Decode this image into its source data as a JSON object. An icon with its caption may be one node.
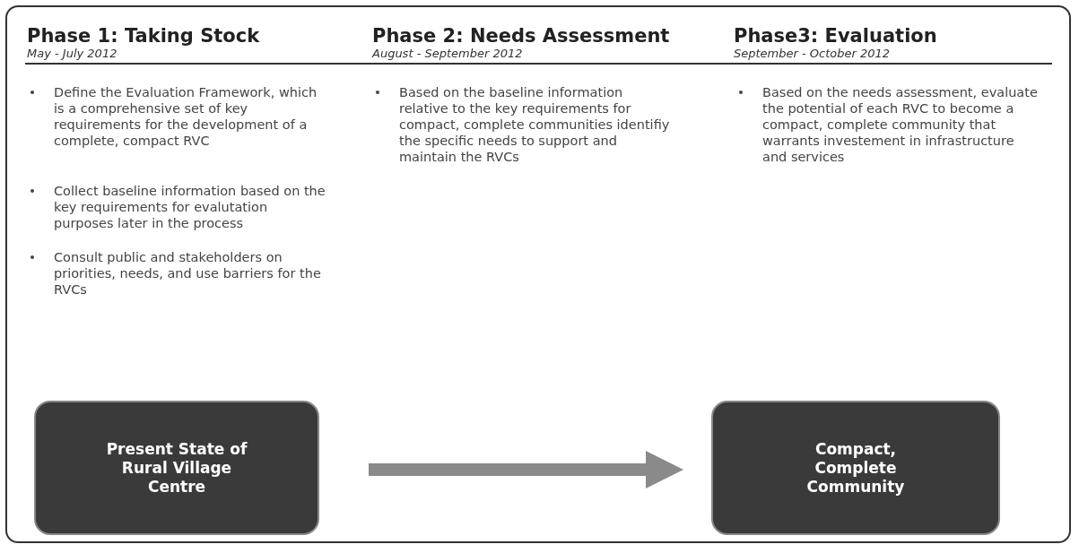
{
  "diagram": {
    "nodes": [
      {
        "text": [
          "Present State of Rural Village Centre"
        ]
      },
      {
        "text": [
          "Compact, Complete Community"
        ]
      }
    ],
    "edges": [
      {
        "from": 0,
        "to": 1,
        "arrow": "to"
      }
    ],
    "labels": [
      "Phase 1: Taking Stock",
      "May - July 2012",
      "Phase 2: Needs Assessment",
      "August - September 2012",
      "Phase3: Evaluation",
      "September - October 2012",
      "Define the Evaluation Framework, which is a comprehensive set of key requirements for the development of a complete, compact RVC",
      "Collect baseline information based on the key requirements for evalutation purposes later in the process",
      "Consult public and stakeholders on priorities, needs, and use barriers for the RVCs",
      "Based on the baseline information relative to the key requirements for compact, complete communities identifiy the specific needs to support and maintain the RVCs",
      "Based on the needs assessment, evaluate the potential of each RVC to become a compact, complete community that warrants investement in infrastructure and services"
    ]
  }
}
